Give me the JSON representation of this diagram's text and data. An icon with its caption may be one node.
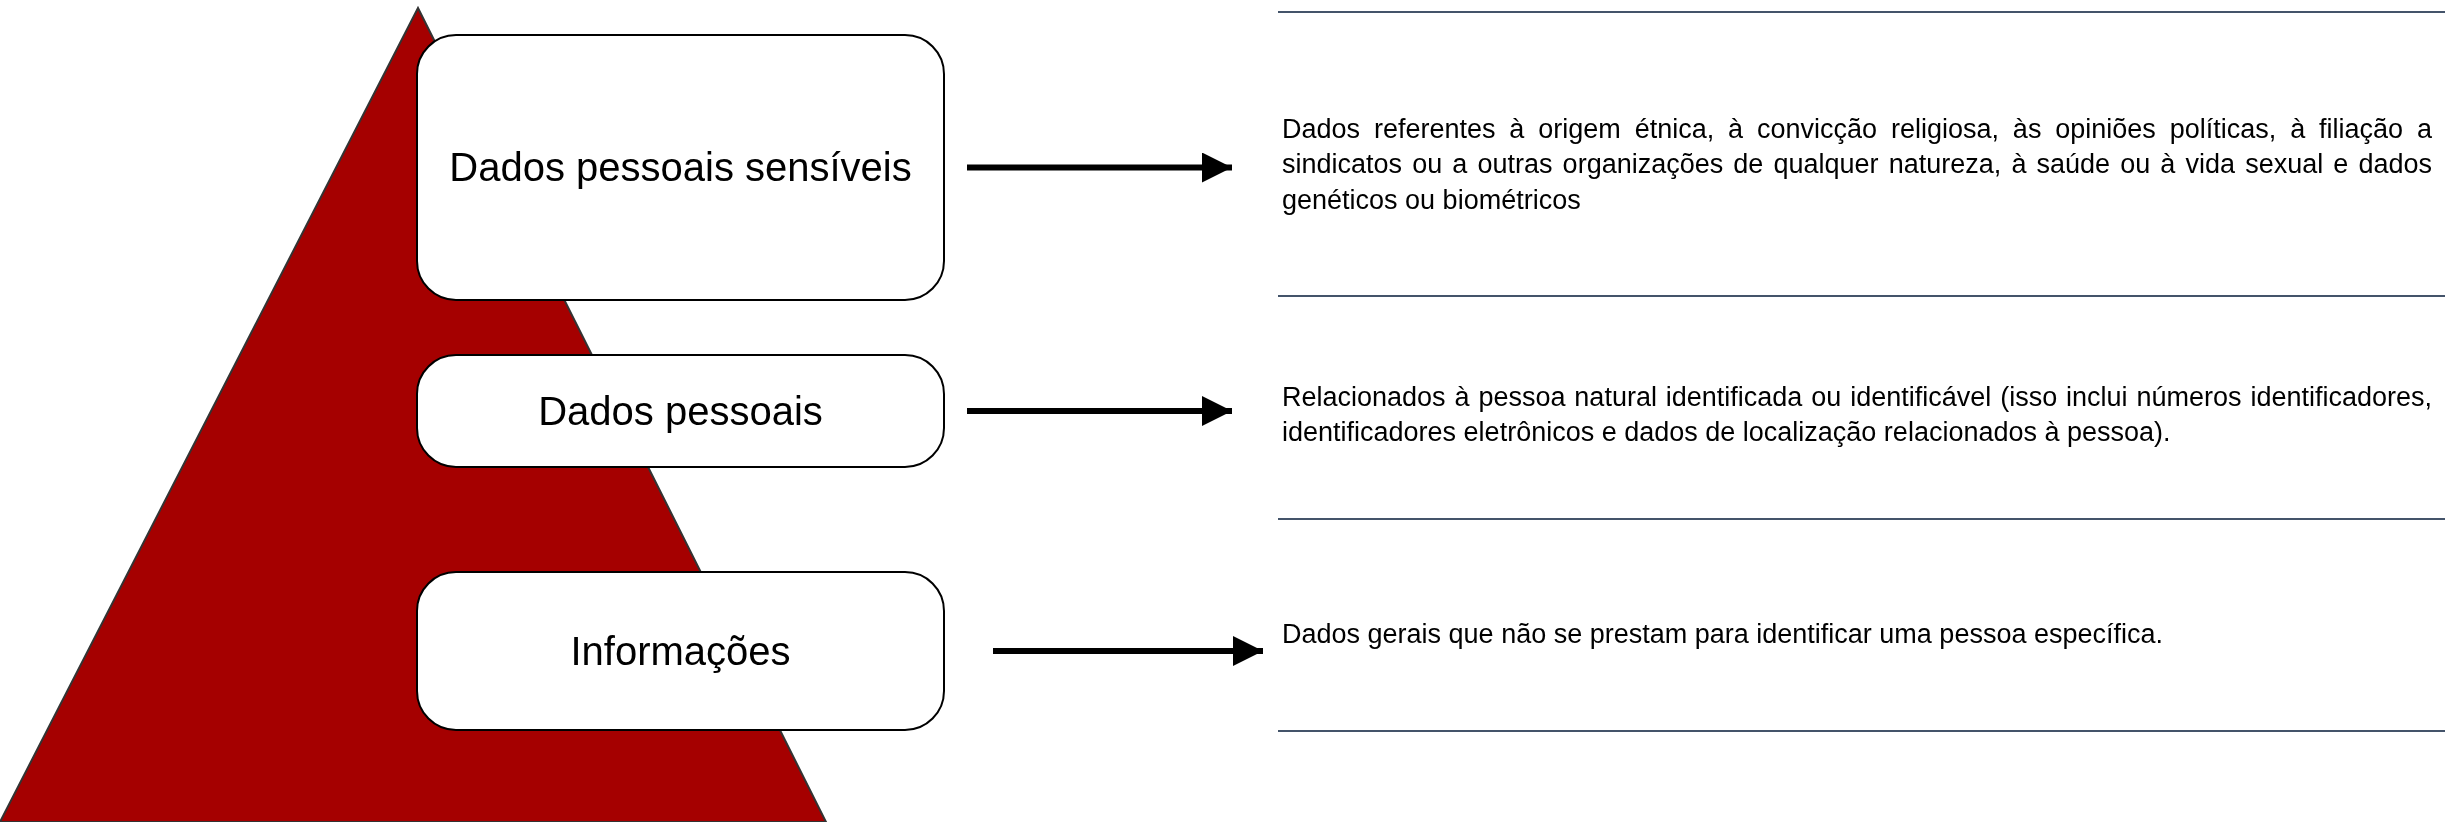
{
  "diagram": {
    "nodes": [
      {
        "text": [
          "Dados pessoais sensíveis"
        ]
      },
      {
        "text": [
          "Dados referentes à origem étnica, à convicção religiosa, às opiniões políticas, à filiação a sindicatos ou a outras organizações de qualquer natureza, à saúde ou à vida sexual e dados genéticos ou biométricos"
        ]
      },
      {
        "text": [
          "Dados pessoais"
        ]
      },
      {
        "text": [
          "Relacionados à pessoa natural identificada ou identificável (isso inclui números identificadores, identificadores eletrônicos e dados de localização relacionados à pessoa)."
        ]
      },
      {
        "text": [
          "Informações"
        ]
      },
      {
        "text": [
          "Dados gerais que não se prestam para identificar uma pessoa específica."
        ]
      }
    ],
    "edges": [
      {
        "from": 0,
        "to": 1,
        "arrow": "to"
      },
      {
        "from": 2,
        "to": 3,
        "arrow": "to"
      },
      {
        "from": 4,
        "to": 5,
        "arrow": "to"
      }
    ]
  }
}
